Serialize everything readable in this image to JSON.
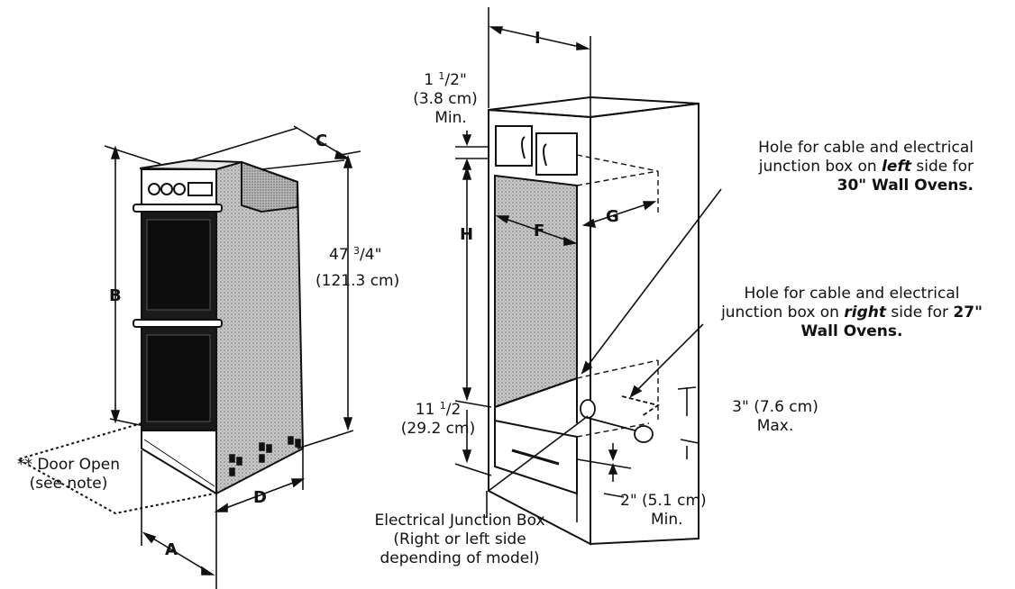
{
  "letters": {
    "a": "A",
    "b": "B",
    "c": "C",
    "d": "D",
    "f": "F",
    "g": "G",
    "h": "H",
    "i": "I"
  },
  "oven_height": {
    "whole": "47",
    "frac_num": "3",
    "frac_den": "4",
    "unit": "\"",
    "metric": "(121.3 cm)"
  },
  "door_note": {
    "line1": "** Door Open",
    "line2": "(see note)"
  },
  "top_gap": {
    "whole": "1",
    "frac_num": "1",
    "frac_den": "2",
    "unit": "\"",
    "metric": "(3.8 cm)",
    "qualifier": "Min."
  },
  "bottom_gap": {
    "whole": "11",
    "frac_num": "1",
    "frac_den": "2",
    "unit": "",
    "metric": "(29.2 cm)"
  },
  "left_hole": {
    "line1": "Hole for cable and electrical",
    "line2_pre": "junction box on ",
    "line2_em": "left",
    "line2_post": " side for",
    "line3": "30\" Wall Ovens."
  },
  "right_hole": {
    "line1": "Hole for cable and electrical",
    "line2_pre": "junction box on ",
    "line2_em": "right",
    "line2_post": " side for ",
    "line2_bold": "27\"",
    "line3": "Wall Ovens."
  },
  "max_gap": {
    "value": "3\" (7.6 cm)",
    "qualifier": "Max."
  },
  "min_gap": {
    "value": "2\" (5.1 cm)",
    "qualifier": "Min."
  },
  "junction_box": {
    "line1": "Electrical Junction Box",
    "line2": "(Right or left side",
    "line3": "depending of model)"
  }
}
